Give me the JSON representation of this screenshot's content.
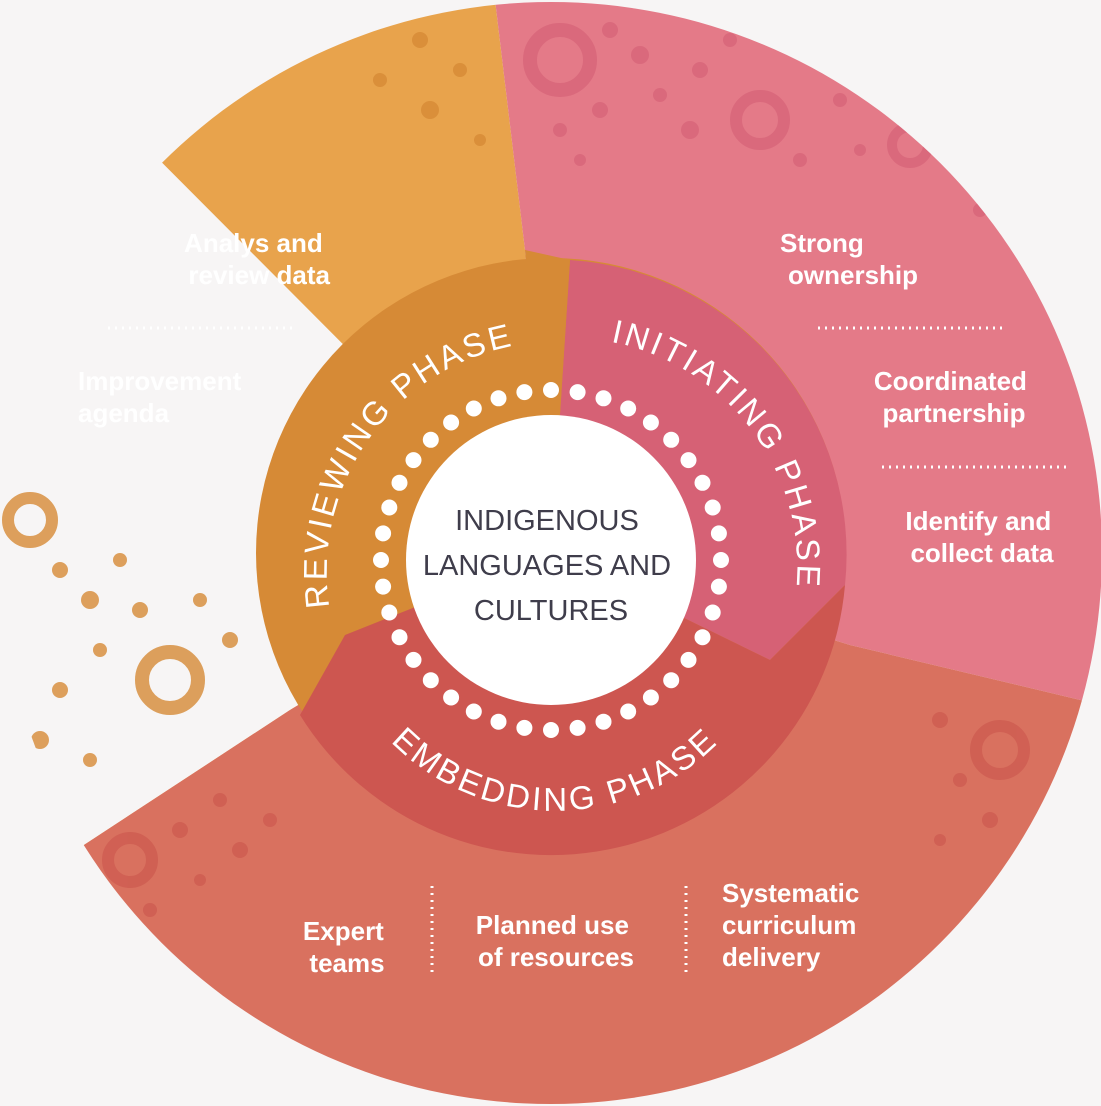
{
  "center": {
    "lines": [
      "INDIGENOUS",
      "LANGUAGES AND",
      "CULTURES"
    ]
  },
  "phases": {
    "reviewing": "REVIEWING PHASE",
    "initiating": "INITIATING PHASE",
    "embedding": "EMBEDDING PHASE"
  },
  "reviewing_items": [
    {
      "lines": [
        "Analys and",
        "review data"
      ]
    },
    {
      "lines": [
        "Improvement",
        "agenda"
      ]
    }
  ],
  "initiating_items": [
    {
      "lines": [
        "Strong",
        "ownership"
      ]
    },
    {
      "lines": [
        "Coordinated",
        "partnership"
      ]
    },
    {
      "lines": [
        "Identify and",
        "collect data"
      ]
    }
  ],
  "embedding_items": [
    {
      "lines": [
        "Expert",
        "teams"
      ]
    },
    {
      "lines": [
        "Planned use",
        "of resources"
      ]
    },
    {
      "lines": [
        "Systematic",
        "curriculum",
        "delivery"
      ]
    }
  ],
  "colors": {
    "reviewing_outer": "#e8a34c",
    "reviewing_inner": "#d68a36",
    "initiating_outer": "#e47a88",
    "initiating_inner": "#d66175",
    "embedding_outer": "#d9715f",
    "embedding_inner": "#cd5650",
    "center_fill": "#ffffff",
    "center_text": "#3f3d4b",
    "background": "#f7f5f5"
  }
}
